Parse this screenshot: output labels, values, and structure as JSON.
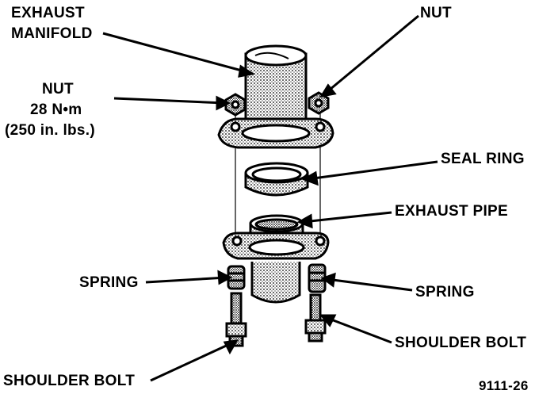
{
  "labels": {
    "exhaust_manifold_line1": "EXHAUST",
    "exhaust_manifold_line2": "MANIFOLD",
    "nut_top": "NUT",
    "nut_left": "NUT",
    "nut_torque_metric": "28 N•m",
    "nut_torque_imperial": "(250 in. lbs.)",
    "seal_ring": "SEAL RING",
    "exhaust_pipe": "EXHAUST PIPE",
    "spring_left": "SPRING",
    "spring_right": "SPRING",
    "shoulder_bolt_right": "SHOULDER BOLT",
    "shoulder_bolt_left": "SHOULDER BOLT",
    "figure_number": "9111-26"
  },
  "colors": {
    "ink": "#000000",
    "paper": "#ffffff"
  }
}
